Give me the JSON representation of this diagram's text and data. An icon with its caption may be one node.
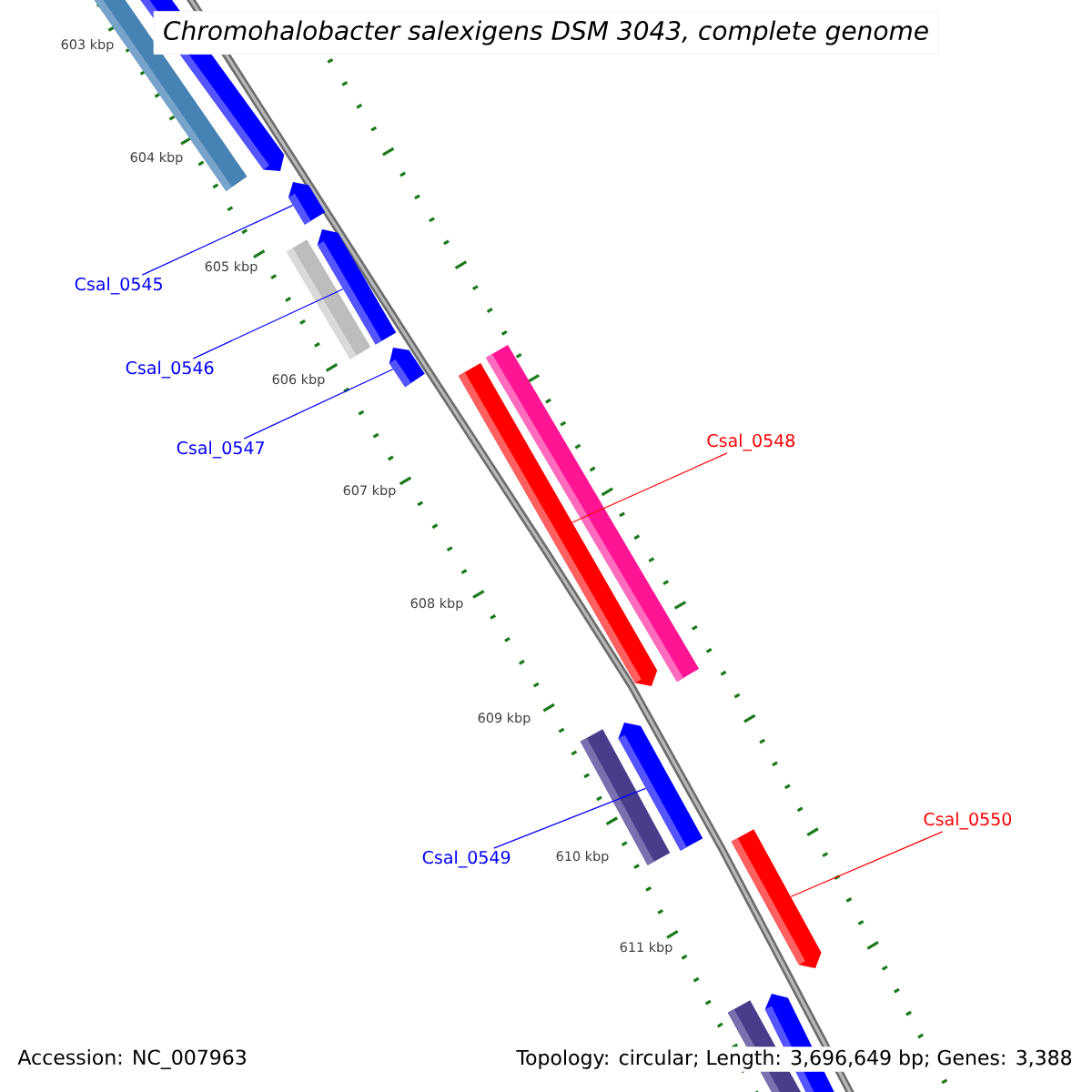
{
  "diagram": {
    "title": "Chromohalobacter salexigens DSM 3043, complete genome",
    "nodes": [
      {
        "text": [],
        "shape": "bar"
      },
      {
        "text": [],
        "shape": "bar"
      },
      {
        "text": [
          "Csal_0545"
        ]
      },
      {
        "text": [],
        "shape": "bar"
      },
      {
        "text": [
          "Csal_0546"
        ]
      },
      {
        "text": [],
        "shape": "bar"
      },
      {
        "text": [],
        "shape": "bar"
      },
      {
        "text": [
          "Csal_0547"
        ]
      },
      {
        "text": [],
        "shape": "bar"
      },
      {
        "text": [
          "Csal_0548"
        ]
      },
      {
        "text": [],
        "shape": "bar"
      },
      {
        "text": [],
        "shape": "bar"
      },
      {
        "text": [
          "Csal_0549"
        ]
      },
      {
        "text": [],
        "shape": "bar"
      },
      {
        "text": [],
        "shape": "bar"
      },
      {
        "text": [
          "Csal_0550"
        ]
      },
      {
        "text": [],
        "shape": "bar"
      },
      {
        "text": [],
        "shape": "bar"
      },
      {
        "text": [],
        "shape": "bar"
      }
    ],
    "edges": [
      {
        "from": 2,
        "to": 3,
        "arrow": "none",
        "color": "#0000ff"
      },
      {
        "from": 4,
        "to": 6,
        "arrow": "none",
        "color": "#0000ff"
      },
      {
        "from": 7,
        "to": 8,
        "arrow": "none",
        "color": "#0000ff"
      },
      {
        "from": 9,
        "to": 10,
        "arrow": "none",
        "color": "#ff0000"
      },
      {
        "from": 12,
        "to": 14,
        "arrow": "none",
        "color": "#0000ff"
      },
      {
        "from": 15,
        "to": 16,
        "arrow": "none",
        "color": "#ff0000"
      }
    ],
    "labels": [
      "603 kbp",
      "604 kbp",
      "605 kbp",
      "606 kbp",
      "607 kbp",
      "608 kbp",
      "609 kbp",
      "610 kbp",
      "611 kbp",
      "Accession: NC_007963",
      "Topology: circular; Length: 3,696,649 bp; Genes: 3,388"
    ]
  }
}
